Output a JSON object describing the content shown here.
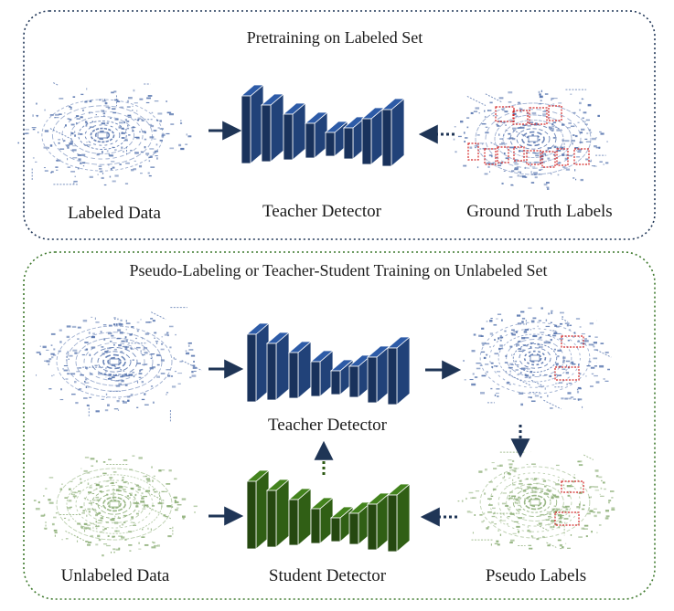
{
  "top_panel": {
    "title": "Pretraining on Labeled Set",
    "labels": {
      "labeled_data": "Labeled Data",
      "teacher_detector": "Teacher Detector",
      "ground_truth": "Ground Truth Labels"
    }
  },
  "bottom_panel": {
    "title": "Pseudo-Labeling or Teacher-Student Training on Unlabeled Set",
    "labels": {
      "teacher_detector": "Teacher Detector",
      "unlabeled_data": "Unlabeled Data",
      "student_detector": "Student Detector",
      "pseudo_labels": "Pseudo Labels"
    }
  },
  "colors": {
    "teacher": "#1f3f73",
    "student": "#2e5a14",
    "point_blue": "#5b78b0",
    "point_green": "#8fb07a",
    "box": "#d42a2a",
    "arrow": "#1f3556",
    "top_border": "#1f3556",
    "bottom_border": "#3f7a2e"
  }
}
